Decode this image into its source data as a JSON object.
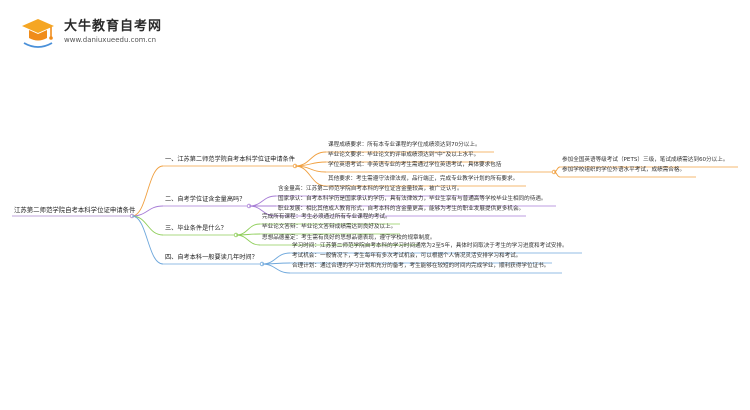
{
  "brand": {
    "title": "大牛教育自考网",
    "url": "www.daniuxueedu.com.cn"
  },
  "colors": {
    "orange": "#f0a040",
    "purple": "#a77dd6",
    "green": "#8fce5a",
    "blue": "#6fa8dc",
    "root": "#aa88cc"
  },
  "mindmap": {
    "root": "江苏第二师范学院自考本科学位证申请条件",
    "branches": [
      {
        "label": "一、江苏第二师范学院自考本科学位证申请条件",
        "items": [
          "课程成绩要求：所有本专业课程的学位成绩须达到70分以上。",
          "毕业论文要求：毕业论文的评审成绩须达到“中”及以上水平。",
          "学位英语考试：非英语专业的考生需通过学位英语考试，具体要求包括",
          "其他要求：考生需遵守法律法规，品行端正，完成专业教学计划的所有要求。"
        ],
        "sub": [
          "参加全国英语等级考试（PETS）三级，笔试成绩需达到60分以上。",
          "参加学校组织的学位外语水平考试，成绩需合格。"
        ]
      },
      {
        "label": "二、自考学位证含金量高吗？",
        "items": [
          "含金量高：江苏第二师范学院自考本科的学位证含金量较高，被广泛认可。",
          "国家承认：自考本科学历是国家承认的学历，具有法律效力，毕业生享有与普通高等学校毕业生相同的待遇。",
          "职业发展：相比其他成人教育形式，自考本科的含金量更高，能够为考生的职业发展提供更多机会。"
        ]
      },
      {
        "label": "三、毕业条件是什么？",
        "items": [
          "完成所有课程：考生必须通过所有专业课程的考试。",
          "毕业论文答辩：毕业论文答辩成绩需达到良好及以上。",
          "思想品德鉴定：考生需有良好的思想品德表现，遵守学校的规章制度。"
        ]
      },
      {
        "label": "四、自考本科一般要读几年时间？",
        "items": [
          "学习时间：江苏第二师范学院自考本科的学习时间通常为2至5年，具体时间取决于考生的学习进度和考试安排。",
          "考试机会：一般情况下，考生每年有多次考试机会，可以根据个人情况灵活安排学习和考试。",
          "合理计划：通过合理的学习计划和充分的备考，考生能够在较短的时间内完成学业，顺利获得学位证书。"
        ]
      }
    ]
  }
}
